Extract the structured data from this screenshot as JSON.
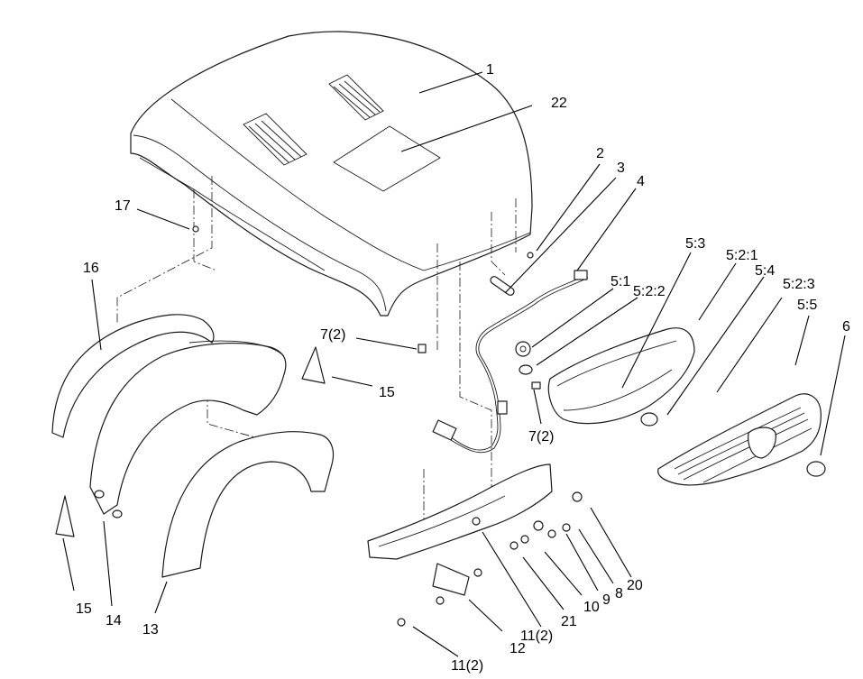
{
  "callouts": [
    {
      "id": "c1",
      "text": "1"
    },
    {
      "id": "c22",
      "text": "22"
    },
    {
      "id": "c2",
      "text": "2"
    },
    {
      "id": "c3",
      "text": "3"
    },
    {
      "id": "c4",
      "text": "4"
    },
    {
      "id": "c17",
      "text": "17"
    },
    {
      "id": "c16",
      "text": "16"
    },
    {
      "id": "c5_3",
      "text": "5:3"
    },
    {
      "id": "c5_2_1",
      "text": "5:2:1"
    },
    {
      "id": "c5_1",
      "text": "5:1"
    },
    {
      "id": "c5_2_2",
      "text": "5:2:2"
    },
    {
      "id": "c5_4",
      "text": "5:4"
    },
    {
      "id": "c5_2_3",
      "text": "5:2:3"
    },
    {
      "id": "c5_5",
      "text": "5:5"
    },
    {
      "id": "c6",
      "text": "6"
    },
    {
      "id": "c7a",
      "text": "7(2)"
    },
    {
      "id": "c15a",
      "text": "15"
    },
    {
      "id": "c7b",
      "text": "7(2)"
    },
    {
      "id": "c15b",
      "text": "15"
    },
    {
      "id": "c14",
      "text": "14"
    },
    {
      "id": "c13",
      "text": "13"
    },
    {
      "id": "c20",
      "text": "20"
    },
    {
      "id": "c8",
      "text": "8"
    },
    {
      "id": "c9",
      "text": "9"
    },
    {
      "id": "c10",
      "text": "10"
    },
    {
      "id": "c21",
      "text": "21"
    },
    {
      "id": "c11a",
      "text": "11(2)"
    },
    {
      "id": "c12",
      "text": "12"
    },
    {
      "id": "c11b",
      "text": "11(2)"
    }
  ]
}
